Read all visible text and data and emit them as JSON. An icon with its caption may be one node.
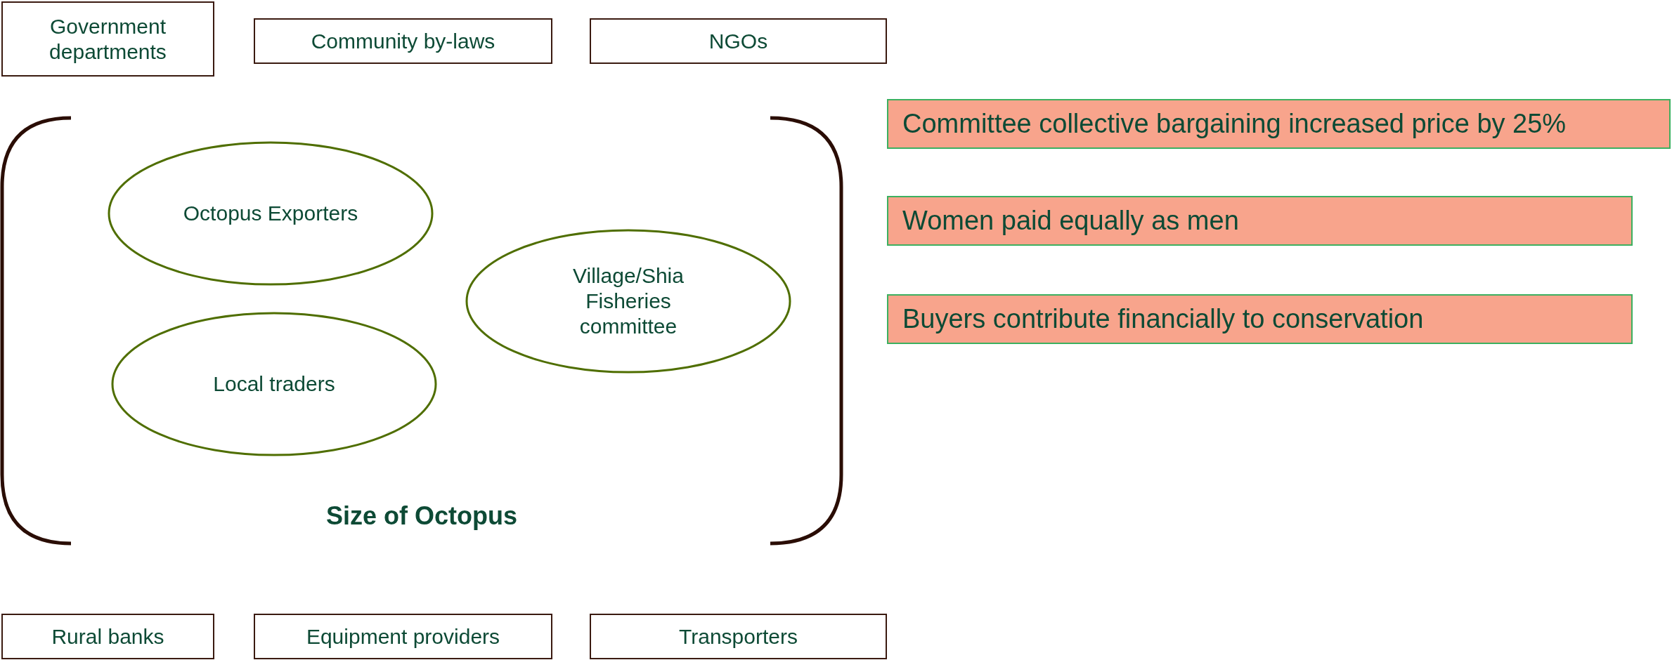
{
  "diagram": {
    "nodes": [
      {
        "text": [
          "Government departments"
        ]
      },
      {
        "text": [
          "Community by-laws"
        ]
      },
      {
        "text": [
          "NGOs"
        ]
      },
      {
        "text": [
          "Size of Octopus"
        ]
      },
      {
        "text": [
          "Octopus Exporters"
        ],
        "in": 3
      },
      {
        "text": [
          "Village/Shia Fisheries committee"
        ],
        "in": 3
      },
      {
        "text": [
          "Local traders"
        ],
        "in": 3
      },
      {
        "text": [
          "Committee collective bargaining increased price by 25%"
        ]
      },
      {
        "text": [
          "Women paid equally as men"
        ]
      },
      {
        "text": [
          "Buyers contribute financially to conservation"
        ]
      },
      {
        "text": [
          "Rural banks"
        ]
      },
      {
        "text": [
          "Equipment providers"
        ]
      },
      {
        "text": [
          "Transporters"
        ]
      }
    ],
    "edges": []
  }
}
